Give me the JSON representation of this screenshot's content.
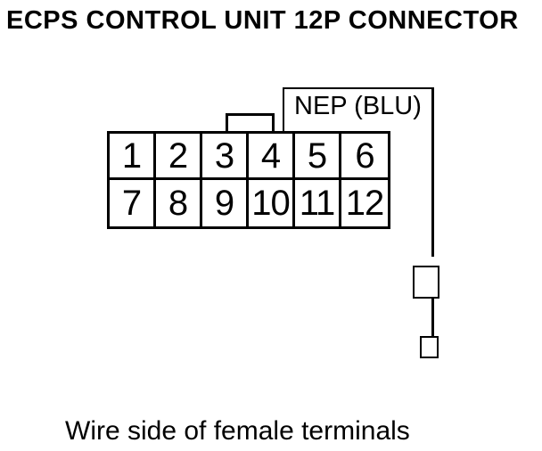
{
  "title": "ECPS CONTROL UNIT 12P CONNECTOR",
  "connector": {
    "wire_label": "NEP (BLU)",
    "pins": [
      "1",
      "2",
      "3",
      "4",
      "5",
      "6",
      "7",
      "8",
      "9",
      "10",
      "11",
      "12"
    ]
  },
  "caption": "Wire side of female terminals",
  "colors": {
    "line": "#000000",
    "background": "#FFFFFF"
  }
}
